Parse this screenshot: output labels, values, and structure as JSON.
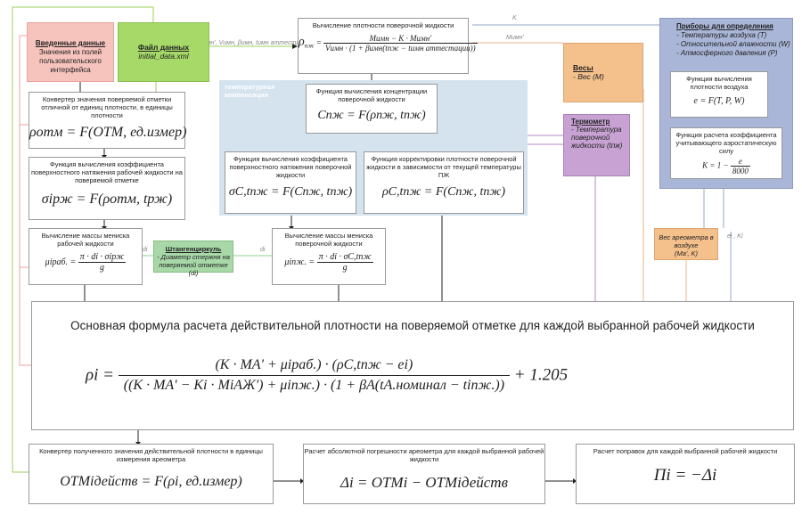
{
  "user_data": {
    "title": "Введенные данные",
    "desc": "Значения из полей пользовательского интерфейса"
  },
  "data_file": {
    "title": "Файл данных",
    "filename": "initial_data.xml"
  },
  "density": {
    "caption": "Вычисление плотности поверочной жидкости",
    "lhs": "ρ",
    "lhs_sub": "пж",
    "num": "Mимн − K · Mимн'",
    "den": "Vимн · (1 + βимн(tпж − tимн аттестации))"
  },
  "thermo_region": {
    "label": "температурная компенсация"
  },
  "concentration": {
    "caption": "Функция вычисления концентрации поверочной жидкости",
    "formula": "Cпж = F(ρпж, tпж)"
  },
  "converter_unit": {
    "caption": "Конвертер значения поверяемой отметки отличной от единиц плотности, в единицы плотности",
    "formula": "ρотм = F(OTM, ед.измер)"
  },
  "surface_tension_rzh": {
    "caption": "Функция вычисления коэффициента поверхностного натяжения рабочей жидкости на поверяемой отметке",
    "formula": "σiрж = F(ρотм, tрж)"
  },
  "surface_tension_pzh": {
    "caption": "Функция вычисления коэффициента поверхностного натяжения поверочной жидкости",
    "formula": "σC,tпж = F(Cпж, tпж)"
  },
  "density_correction": {
    "caption": "Функция корректировки плотности поверочной жидкости в зависимости от текущей температуры ПЖ",
    "formula": "ρC,tпж = F(Cпж, tпж)"
  },
  "meniscus_work": {
    "caption": "Вычисление массы мениска рабочей жидкости",
    "formula_lhs": "μiраб. =",
    "num": "π · di · σiрж",
    "den": "g"
  },
  "meniscus_check": {
    "caption": "Вычисление массы мениска поверочной жидкости",
    "formula_lhs": "μiпж. =",
    "num": "π · di · σC,tпж",
    "den": "g"
  },
  "caliper": {
    "title": "Штангенциркуль",
    "desc": "- Диаметр стержня на поверяемой отметке (di)"
  },
  "scales": {
    "title": "Весы",
    "desc": "- Вес (M)"
  },
  "thermometer": {
    "title": "Термометр",
    "desc": "- Температура поверочной жидкости (tпж)"
  },
  "instruments": {
    "title": "Приборы для определения",
    "items": [
      "- Температуры воздуха (T)",
      "- Относительной влажности (W)",
      "- Атмосферного давления (P)"
    ]
  },
  "air_density": {
    "caption": "Функция вычисления плотности воздуха",
    "formula": "e = F(T, P, W)"
  },
  "aerostatic": {
    "caption": "Функция расчета коэффициента учитывающего аэростатическую силу",
    "lhs": "K = 1 −",
    "num": "e",
    "den": "8000"
  },
  "hydrometer_weight": {
    "title": "Вес ареометра в воздухе",
    "desc": "(Mа', K)"
  },
  "main_formula": {
    "title": "Основная формула расчета действительной плотности на поверяемой отметке для каждой выбранной рабочей жидкости",
    "numerator": "(K · MA' + μiраб.) · (ρC,tпж − ei)",
    "denominator": "((K · MA' − Ki · MiAЖ') + μiпж.) · (1 + βA(tA.номинал − tiпж.))",
    "tail": "+ 1.205",
    "lhs": "ρi ="
  },
  "converter_out": {
    "caption": "Конвертер полученного значения действительной плотности в единицы измерения ареометра",
    "formula": "OTMiдейств = F(ρi, ед.измер)"
  },
  "abs_error": {
    "caption": "Расчет абсолютной погрешности ареометра для каждой выбранной рабочей жидкости",
    "formula": "Δi = OTMi − OTMiдейств"
  },
  "corrections": {
    "caption": "Расчет поправок для каждой выбранной рабочей жидкости",
    "formula": "Πi = −Δi"
  },
  "wire_labels": {
    "k": "K",
    "m_prime": "Mимн'",
    "di_1": "di",
    "di_2": "di",
    "ek": "ei , Ki",
    "xml_flow": "Mимн', Vимн, βимн, tимн аттестации"
  }
}
